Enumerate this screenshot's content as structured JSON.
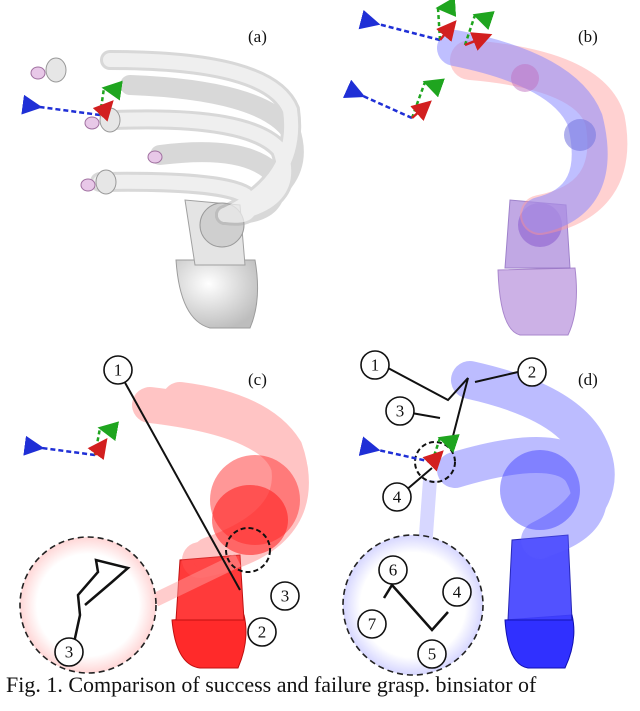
{
  "panels": {
    "a": {
      "label": "(a)"
    },
    "b": {
      "label": "(b)"
    },
    "c": {
      "label": "(c)",
      "callouts": [
        "1",
        "2",
        "3"
      ],
      "inset_callouts": [
        "3"
      ]
    },
    "d": {
      "label": "(d)",
      "callouts": [
        "1",
        "2",
        "3",
        "4"
      ],
      "inset_callouts": [
        "4",
        "5",
        "6",
        "7"
      ]
    }
  },
  "caption": "Fig. 1. Comparison of success and failure grasp. binsiator of",
  "colors": {
    "axis_x": "#1f2fd6",
    "axis_y": "#1fa51f",
    "axis_z": "#d21f1f",
    "robot_gray": "#d9d9d9",
    "robot_red": "#ff2a2a",
    "robot_blue": "#3b3bff",
    "robot_purple": "#b088d8"
  }
}
